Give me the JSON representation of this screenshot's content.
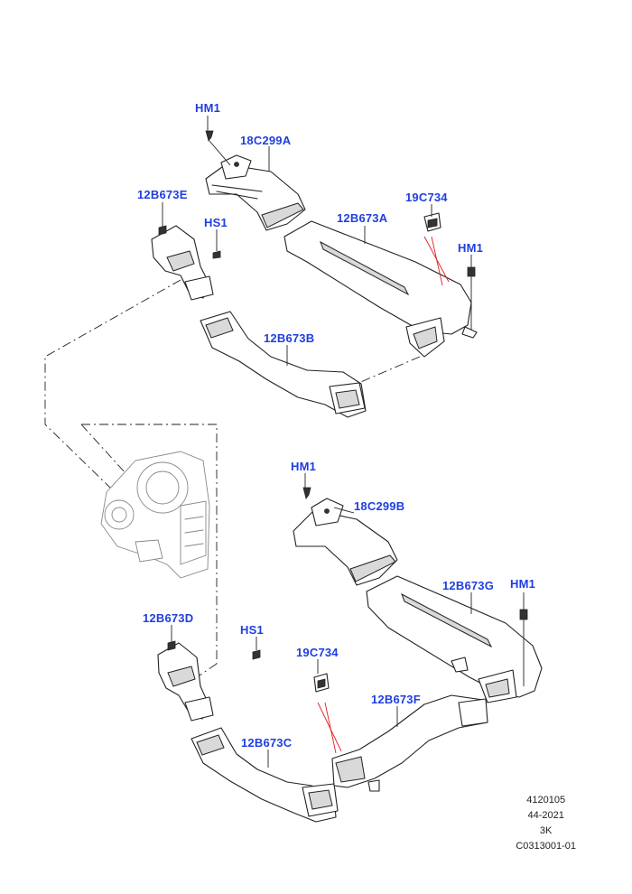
{
  "labels": {
    "hm1_top": "HM1",
    "p18c299a": "18C299A",
    "p12b673e": "12B673E",
    "hs1_top": "HS1",
    "p19c734_top": "19C734",
    "p12b673a": "12B673A",
    "hm1_right_top": "HM1",
    "p12b673b": "12B673B",
    "hm1_mid": "HM1",
    "p18c299b": "18C299B",
    "p12b673g": "12B673G",
    "hm1_right_bottom": "HM1",
    "p12b673d": "12B673D",
    "hs1_bottom": "HS1",
    "p19c734_bottom": "19C734",
    "p12b673f": "12B673F",
    "p12b673c": "12B673C"
  },
  "footer": {
    "line1": "4120105",
    "line2": "44-2021",
    "line3": "3K",
    "line4": "C0313001-01"
  },
  "colors": {
    "label": "#1f3ee0",
    "line": "#222222",
    "highlight": "#e02020"
  }
}
